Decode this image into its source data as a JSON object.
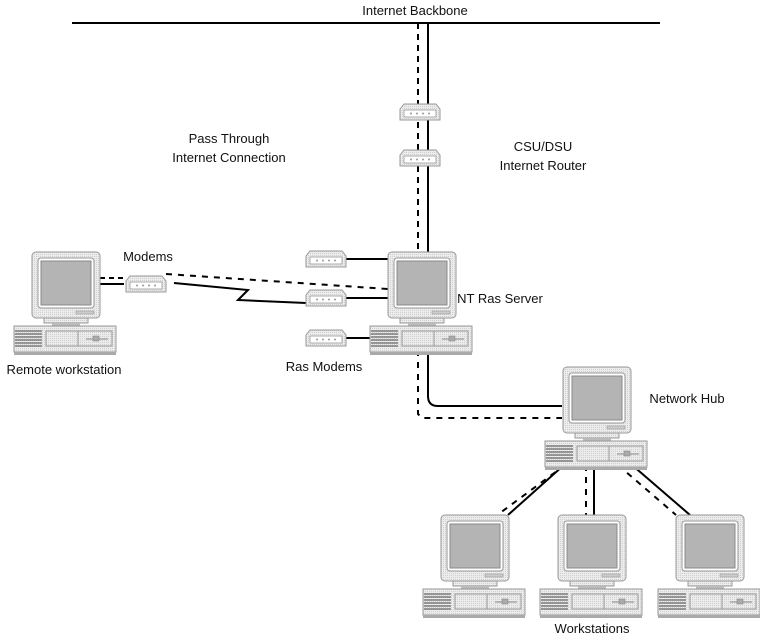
{
  "labels": {
    "backbone": "Internet Backbone",
    "pass_through_1": "Pass Through",
    "pass_through_2": "Internet Connection",
    "router_1": "CSU/DSU",
    "router_2": "Internet Router",
    "modems": "Modems",
    "ras_server": "NT Ras Server",
    "remote": "Remote workstation",
    "ras_modems": "Ras Modems",
    "hub": "Network Hub",
    "workstations": "Workstations"
  },
  "colors": {
    "line": "#000000",
    "device_fill": "#e4e4e4",
    "screen": "#b4b4b4"
  }
}
